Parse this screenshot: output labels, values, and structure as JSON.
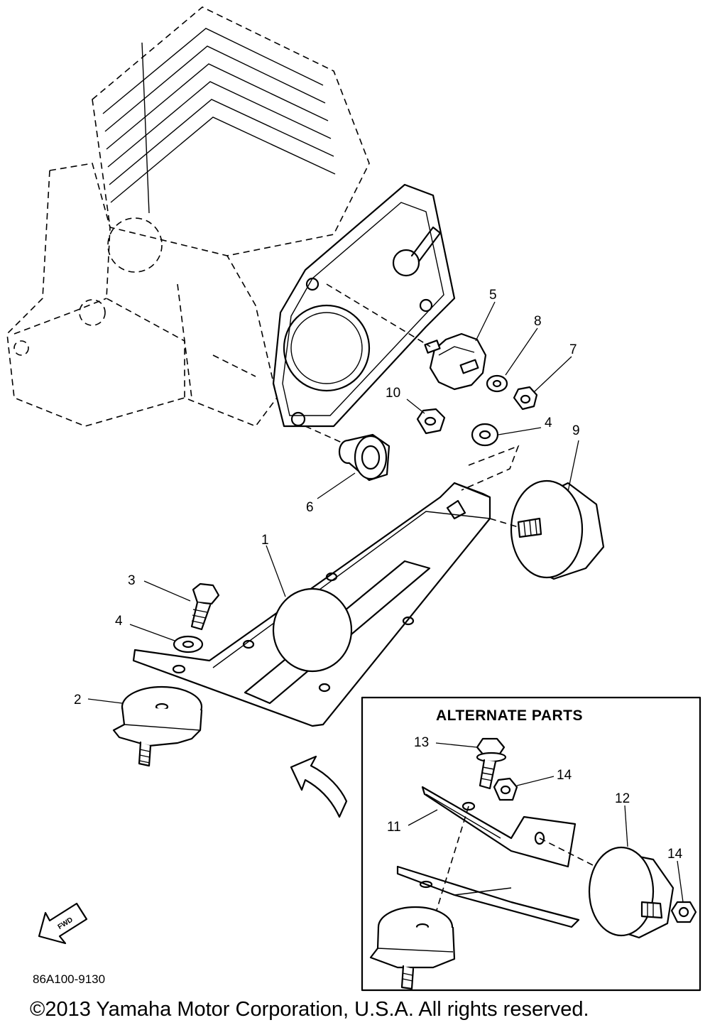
{
  "diagram": {
    "callouts": {
      "c1": "1",
      "c2": "2",
      "c3": "3",
      "c4a": "4",
      "c4b": "4",
      "c5": "5",
      "c6": "6",
      "c7": "7",
      "c8": "8",
      "c9": "9",
      "c10": "10",
      "c11": "11",
      "c12": "12",
      "c13": "13",
      "c14a": "14",
      "c14b": "14"
    },
    "alternate_box_title": "ALTERNATE PARTS",
    "fwd_label": "FWD",
    "drawing_code": "86A100-9130",
    "copyright": "©2013 Yamaha Motor Corporation, U.S.A. All rights reserved."
  },
  "icons": {
    "fwd_arrow": "fwd-arrow-icon",
    "pointer_arrow": "curved-arrow-icon"
  }
}
